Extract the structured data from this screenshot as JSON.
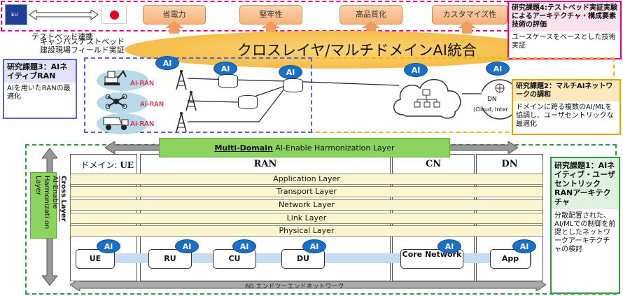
{
  "top": {
    "eu_flag_text": "EU",
    "testbed_label": "テストベッド連携",
    "testbed_sub1": "キャンパステストベッド",
    "testbed_sub2": "建設現場フィールド実証",
    "goals": [
      "省電力",
      "堅牢性",
      "高品質化",
      "カスタマイズ性"
    ],
    "integration_title": "クロスレイヤ/マルチドメインAI統合"
  },
  "tasks": {
    "task4": {
      "head": "研究課題4:テストベッド実証実験によるアーキテクチャ・構成要素技術の評価",
      "body": "ユースケースをベースとした技術実証"
    },
    "task3": {
      "head": "研究課題3：AIネイティブRAN",
      "body": "AIを用いたRANの最適化"
    },
    "task2": {
      "head": "研究課題2：マルチAIネットワークの調和",
      "body": "ドメインに跨る複数のAI/MLを協調し、ユーザセントリックな最適化"
    },
    "task1": {
      "head": "研究課題1：AIネイティブ・ユーザセントリックRANアーキテクチャ",
      "body": "分散配置された、AI/MLでの制御を前提としたネットワークアーキテクチャの検討"
    }
  },
  "network": {
    "ai_label": "AI",
    "ai_ran_label": "AI-RAN",
    "dn_label": "DN",
    "dn_sub": "(Cloud, Inter"
  },
  "architecture": {
    "md_bar_bold": "Multi-Domain",
    "md_bar_rest": " AI-Enable Harmonization Layer",
    "cross_bold": "Cross Layer",
    "cross_rest": "AI-Enable Harmonizati on Layer",
    "domain_prefix": "ドメイン: ",
    "domains": [
      "UE",
      "RAN",
      "CN",
      "DN"
    ],
    "layers": [
      "Application Layer",
      "Transport Layer",
      "Network Layer",
      "Link Layer",
      "Physical Layer"
    ],
    "nodes": [
      "UE",
      "RU",
      "CU",
      "DU",
      "Core Network",
      "App"
    ],
    "e2e_label": "6G エンドツーエンドネットワーク"
  },
  "colors": {
    "accent_pink": "#e8007d",
    "accent_blue": "#5a63d9",
    "accent_yellow": "#f2b600",
    "accent_green": "#2d9a3f",
    "ai_blue": "#1a6fc7"
  }
}
